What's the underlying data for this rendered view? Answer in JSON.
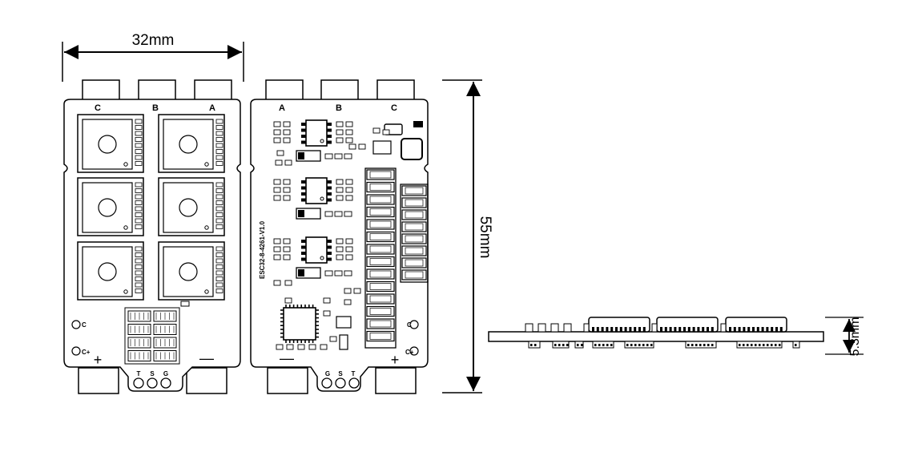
{
  "dimensions": {
    "width_label": "32mm",
    "height_label": "55mm",
    "thickness_label": "5.3mm"
  },
  "board_left": {
    "phase_labels": [
      "C",
      "B",
      "A"
    ],
    "signal_labels": [
      "T",
      "S",
      "G"
    ],
    "plus_symbol": "+",
    "minus_symbol": "—"
  },
  "board_right": {
    "phase_labels": [
      "A",
      "B",
      "C"
    ],
    "signal_labels": [
      "G",
      "S",
      "T"
    ],
    "model_label": "ESC32-8-4261-V1.0",
    "plus_symbol": "+",
    "minus_symbol": "—"
  }
}
